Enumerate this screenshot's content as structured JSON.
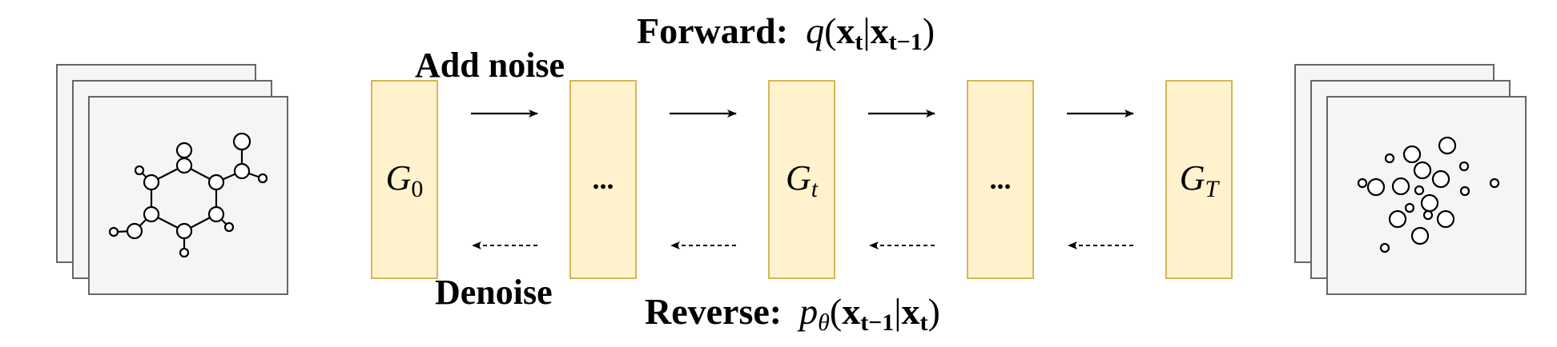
{
  "labels": {
    "add_noise": "Add noise",
    "denoise": "Denoise"
  },
  "forward": {
    "title": "Forward:",
    "func": "q",
    "open_paren": "(",
    "x": "x",
    "sub_t": "t",
    "bar": "|",
    "sub_t_minus_1": "t−1",
    "close_paren": ")"
  },
  "reverse": {
    "title": "Reverse:",
    "func": "p",
    "func_sub": "θ",
    "open_paren": "(",
    "x": "x",
    "sub_t_minus_1": "t−1",
    "bar": "|",
    "sub_t": "t",
    "close_paren": ")"
  },
  "stages": [
    {
      "base": "G",
      "sub": "0",
      "sub_italic": false
    },
    {
      "text": "..."
    },
    {
      "base": "G",
      "sub": "t",
      "sub_italic": true
    },
    {
      "text": "..."
    },
    {
      "base": "G",
      "sub": "T",
      "sub_italic": true
    }
  ],
  "colors": {
    "stage_fill": "#fff2cc",
    "stage_stroke": "#d6b656",
    "card_fill": "#f5f5f5",
    "card_stroke": "#666666"
  }
}
